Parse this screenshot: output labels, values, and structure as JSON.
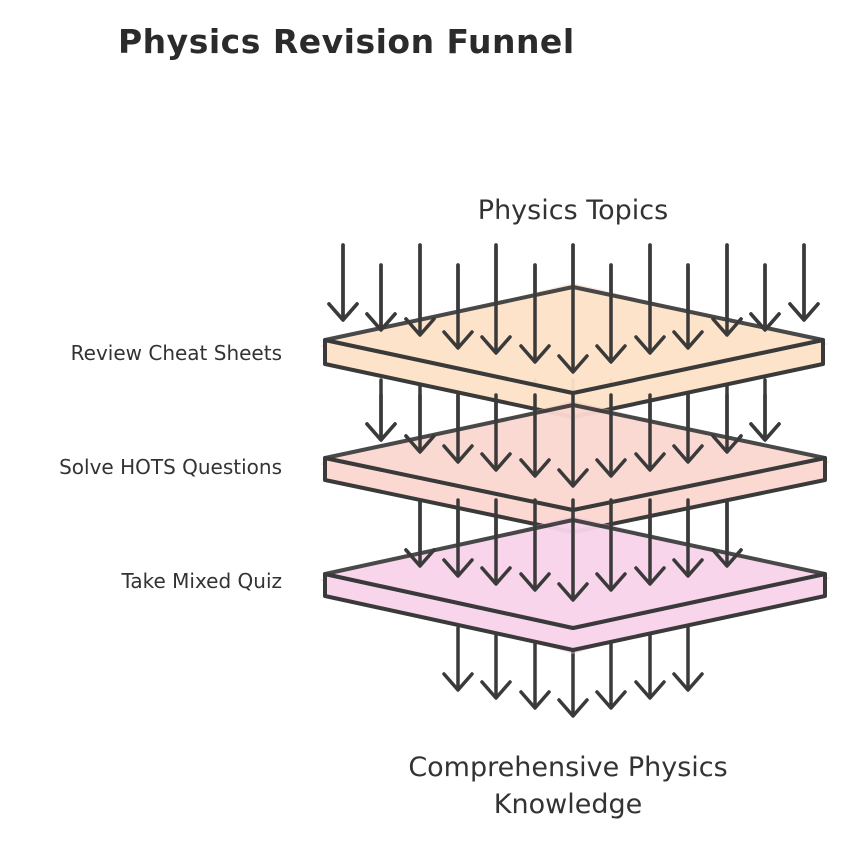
{
  "title": "Physics Revision Funnel",
  "input_label": "Physics Topics",
  "output_label_lines": [
    "Comprehensive Physics",
    "Knowledge"
  ],
  "stages": [
    {
      "label": "Review Cheat Sheets",
      "fill": "#fde3c9",
      "tint": "#f9c9b7"
    },
    {
      "label": "Solve HOTS Questions",
      "fill": "#fbd9d2",
      "tint": "#f6bcbc"
    },
    {
      "label": "Take Mixed Quiz",
      "fill": "#f8d5ea",
      "tint": "#f2bce0"
    }
  ],
  "colors": {
    "stroke": "#3a3a3a",
    "arrow": "#3a3a3a",
    "text": "#333333"
  }
}
